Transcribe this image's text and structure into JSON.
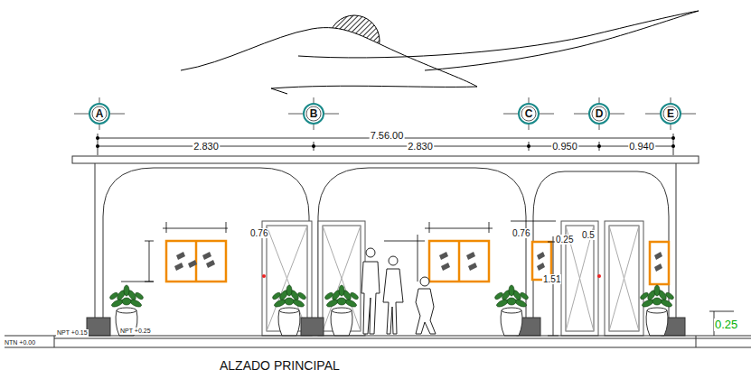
{
  "diagram": {
    "caption": "ALZADO PRINCIPAL",
    "nodes": [
      {
        "text": [
          "A"
        ]
      },
      {
        "text": [
          "B"
        ]
      },
      {
        "text": [
          "C"
        ]
      },
      {
        "text": [
          "D"
        ]
      },
      {
        "text": [
          "E"
        ]
      }
    ],
    "labels": [
      "7.56.00",
      "2.830",
      "2.830",
      "0.950",
      "0.940",
      "0.76",
      "0.76",
      "0.25",
      "0.5",
      "1.51",
      "0.25",
      "NTN +0.00",
      "NPT +0.15",
      "NPT +0.25"
    ]
  }
}
